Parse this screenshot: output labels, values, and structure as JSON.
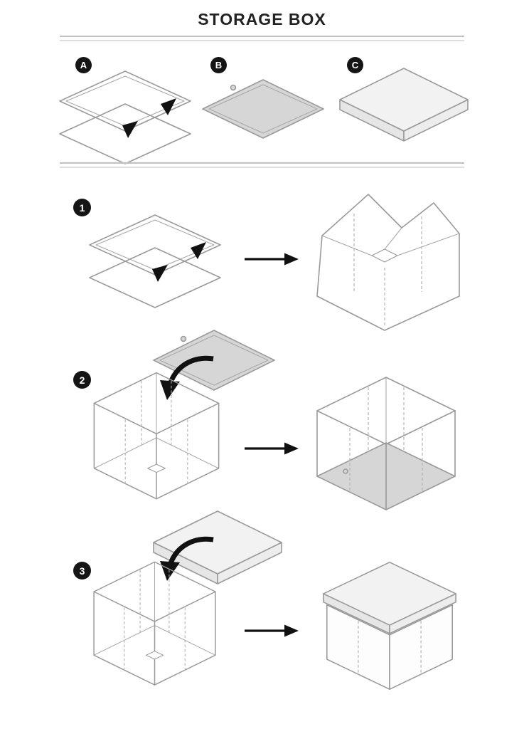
{
  "title": "STORAGE BOX",
  "colors": {
    "line": "#9a9a9a",
    "panel_gray": "#d6d6d6",
    "panel_light": "#f2f2f2",
    "badge_bg": "#151515",
    "badge_text": "#ffffff",
    "arrow": "#111111",
    "separator": "#c2c2c2"
  },
  "parts": [
    {
      "label": "A",
      "icon": "folded-fabric-panels-icon"
    },
    {
      "label": "B",
      "icon": "gray-base-panel-icon"
    },
    {
      "label": "C",
      "icon": "lid-panel-icon"
    }
  ],
  "steps": [
    {
      "label": "1",
      "icon_left": "folded-panels-icon",
      "icon_right": "unfolded-box-icon"
    },
    {
      "label": "2",
      "icon_left": "open-box-with-base-panel-icon",
      "icon_right": "box-with-base-installed-icon"
    },
    {
      "label": "3",
      "icon_left": "open-box-with-lid-icon",
      "icon_right": "closed-box-icon"
    }
  ]
}
